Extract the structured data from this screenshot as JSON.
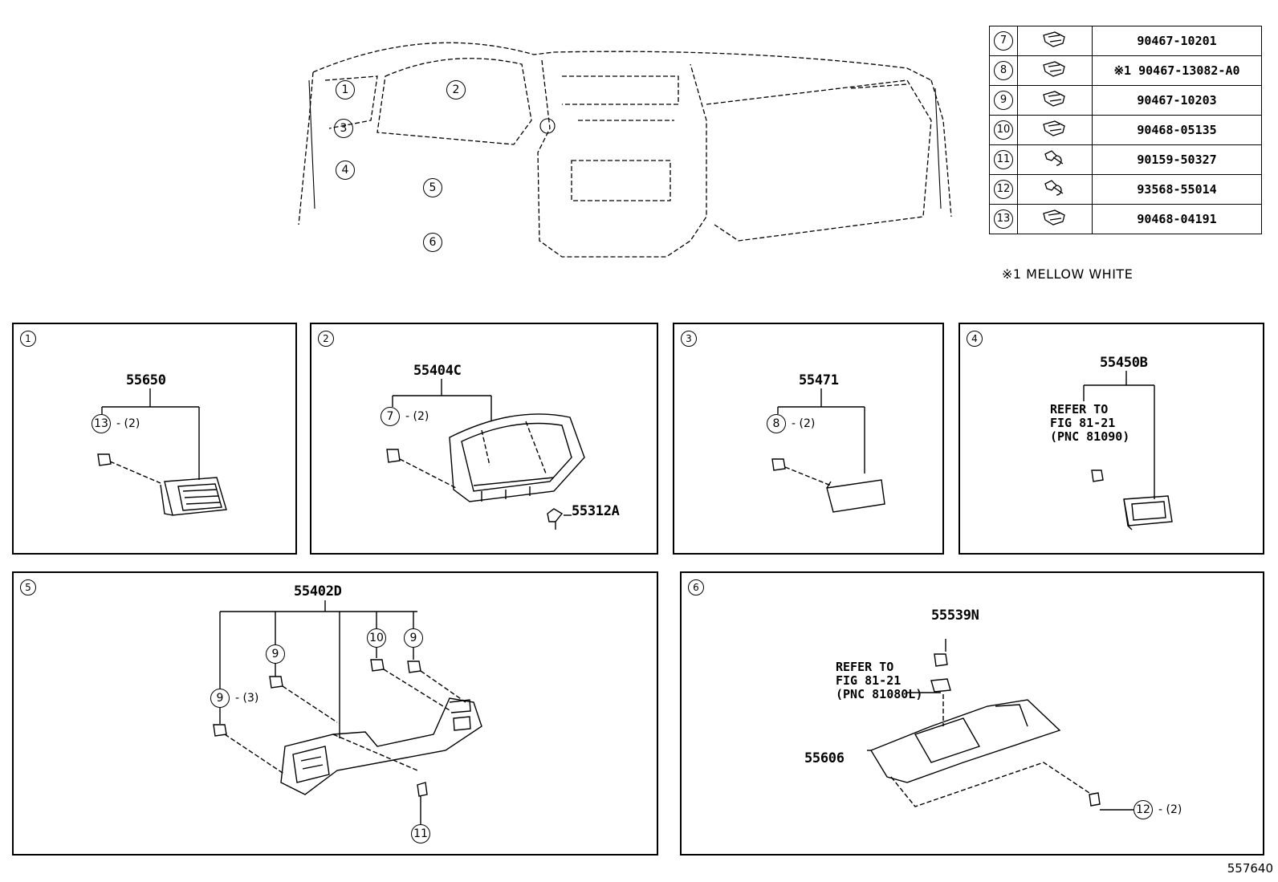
{
  "overview": {
    "markers": [
      "1",
      "2",
      "3",
      "4",
      "5",
      "6"
    ]
  },
  "legend": [
    {
      "ref": "7",
      "part": "90467-10201",
      "icon": "clip-icon"
    },
    {
      "ref": "8",
      "part": "※1 90467-13082-A0",
      "icon": "clip-icon"
    },
    {
      "ref": "9",
      "part": "90467-10203",
      "icon": "clip-icon"
    },
    {
      "ref": "10",
      "part": "90468-05135",
      "icon": "clip-icon"
    },
    {
      "ref": "11",
      "part": "90159-50327",
      "icon": "screw-icon"
    },
    {
      "ref": "12",
      "part": "93568-55014",
      "icon": "screw-icon"
    },
    {
      "ref": "13",
      "part": "90468-04191",
      "icon": "clip-icon"
    }
  ],
  "note": "※1 MELLOW WHITE",
  "panels": {
    "p1": {
      "num": "1",
      "part": "55650",
      "clip": "13",
      "qty": "- (2)"
    },
    "p2": {
      "num": "2",
      "part": "55404C",
      "clip": "7",
      "qty": "- (2)",
      "part2": "55312A"
    },
    "p3": {
      "num": "3",
      "part": "55471",
      "clip": "8",
      "qty": "- (2)"
    },
    "p4": {
      "num": "4",
      "part": "55450B",
      "refer": "REFER TO\nFIG 81-21\n(PNC 81090)"
    },
    "p5": {
      "num": "5",
      "part": "55402D",
      "c9a": "9",
      "c9a_qty": "- (3)",
      "c9b": "9",
      "c10": "10",
      "c9c": "9",
      "c11": "11"
    },
    "p6": {
      "num": "6",
      "part": "55539N",
      "refer": "REFER TO\nFIG 81-21\n(PNC 81080L)",
      "part2": "55606",
      "clip": "12",
      "qty": "- (2)"
    }
  },
  "diagram_id": "557640"
}
